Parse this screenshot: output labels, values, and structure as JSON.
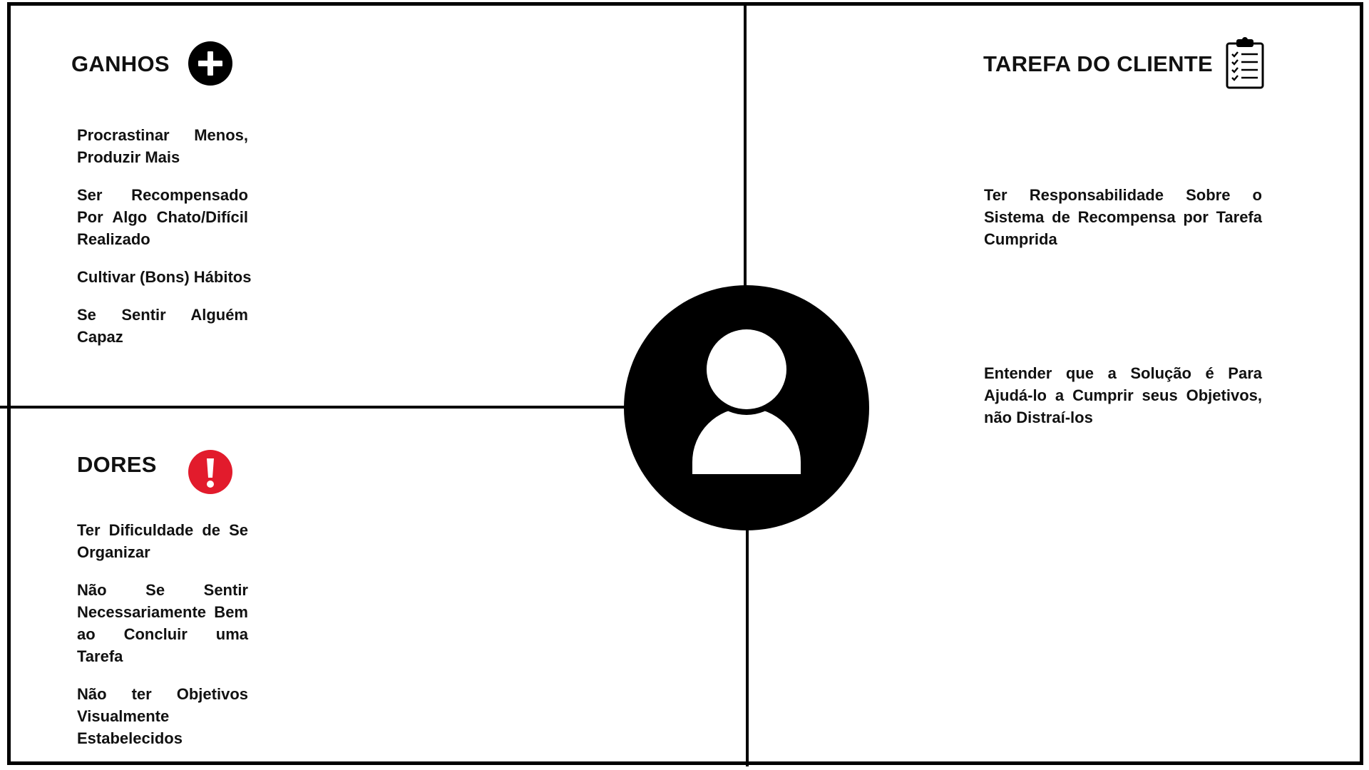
{
  "colors": {
    "line": "#000000",
    "text": "#111111",
    "gains_icon_bg": "#000000",
    "pains_icon_bg": "#e21b2c",
    "avatar_bg": "#000000",
    "background": "#ffffff"
  },
  "gains": {
    "title": "GANHOS",
    "icon": "plus-circle-icon",
    "items": [
      "Procrastinar Menos, Produzir Mais",
      "Ser Recompensado Por Algo Chato/Difícil Realizado",
      "Cultivar (Bons) Hábitos",
      "Se Sentir Alguém Capaz"
    ]
  },
  "pains": {
    "title": "DORES",
    "icon": "exclamation-circle-icon",
    "items": [
      "Ter Dificuldade de Se Organizar",
      "Não Se Sentir Necessariamente Bem ao Concluir uma Tarefa",
      "Não ter Objetivos Visualmente Estabelecidos"
    ]
  },
  "jobs": {
    "title": "TAREFA DO CLIENTE",
    "icon": "clipboard-checklist-icon",
    "items": [
      "Ter Responsabilidade Sobre o Sistema de Recompensa por Tarefa Cumprida",
      "Entender que a Solução é Para Ajudá-lo a Cumprir seus Objetivos, não Distraí-los"
    ]
  },
  "center": {
    "icon": "user-avatar-icon"
  }
}
